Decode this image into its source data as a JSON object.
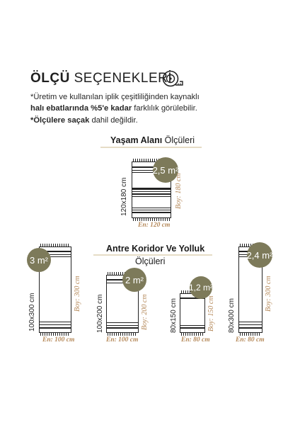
{
  "header": {
    "title_bold": "ÖLÇÜ",
    "title_light": "SEÇENEKLERİ",
    "icon": "measuring-tape-icon"
  },
  "notes": {
    "line1": "*Üretim ve kullanılan iplik çeşitliliğinden kaynaklı",
    "line2_bold": "halı ebatlarında %5'e kadar",
    "line2_rest": " farklılık görülebilir.",
    "line3_bold": "*Ölçülere saçak",
    "line3_rest": " dahil değildir."
  },
  "living": {
    "label_bold": "Yaşam Alanı",
    "label_light": "Ölçüleri",
    "rug": {
      "size": "120x180 cm",
      "area": "2,5 m²",
      "height": "Boy: 180 cm",
      "width": "En: 120 cm"
    }
  },
  "corridor": {
    "label_bold": "Antre Koridor Ve Yolluk",
    "label_light": "Ölçüleri",
    "rugs": [
      {
        "size": "100x300 cm",
        "area": "3 m²",
        "height": "Boy: 300 cm",
        "width": "En: 100 cm"
      },
      {
        "size": "100x200 cm",
        "area": "2 m²",
        "height": "Boy: 200 cm",
        "width": "En: 100 cm"
      },
      {
        "size": "80x150 cm",
        "area": "1,2 m²",
        "height": "Boy: 150 cm",
        "width": "En: 80 cm"
      },
      {
        "size": "80x300 cm",
        "area": "2,4 m²",
        "height": "Boy: 300 cm",
        "width": "En: 80 cm"
      }
    ]
  },
  "colors": {
    "badge": "#7d7a5a",
    "accent": "#b5895a",
    "underline": "#e6dcc6"
  }
}
